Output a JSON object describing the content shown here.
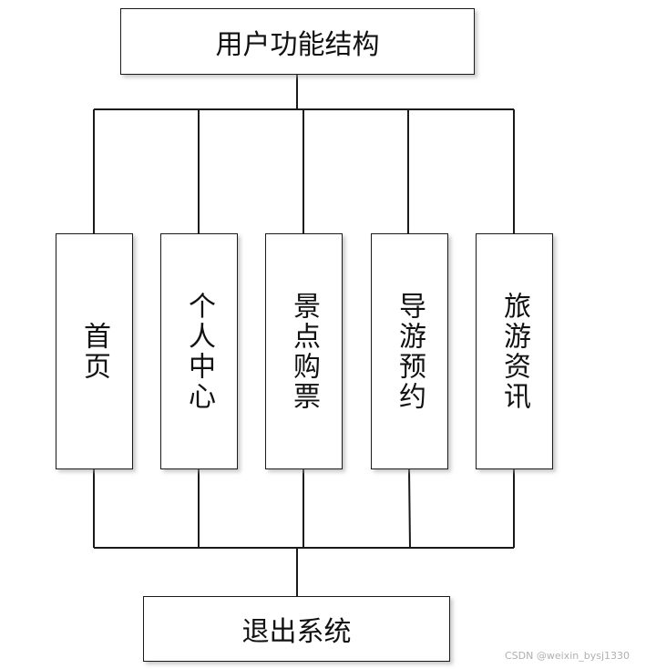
{
  "diagram": {
    "root": "用户功能结构",
    "modules": [
      {
        "key": "home",
        "label": "首页"
      },
      {
        "key": "profile",
        "label": "个人中心"
      },
      {
        "key": "tickets",
        "label": "景点购票"
      },
      {
        "key": "guide",
        "label": "导游预约"
      },
      {
        "key": "news",
        "label": "旅游资讯"
      }
    ],
    "exit": "退出系统"
  },
  "watermark": "CSDN @weixin_bysj1330"
}
